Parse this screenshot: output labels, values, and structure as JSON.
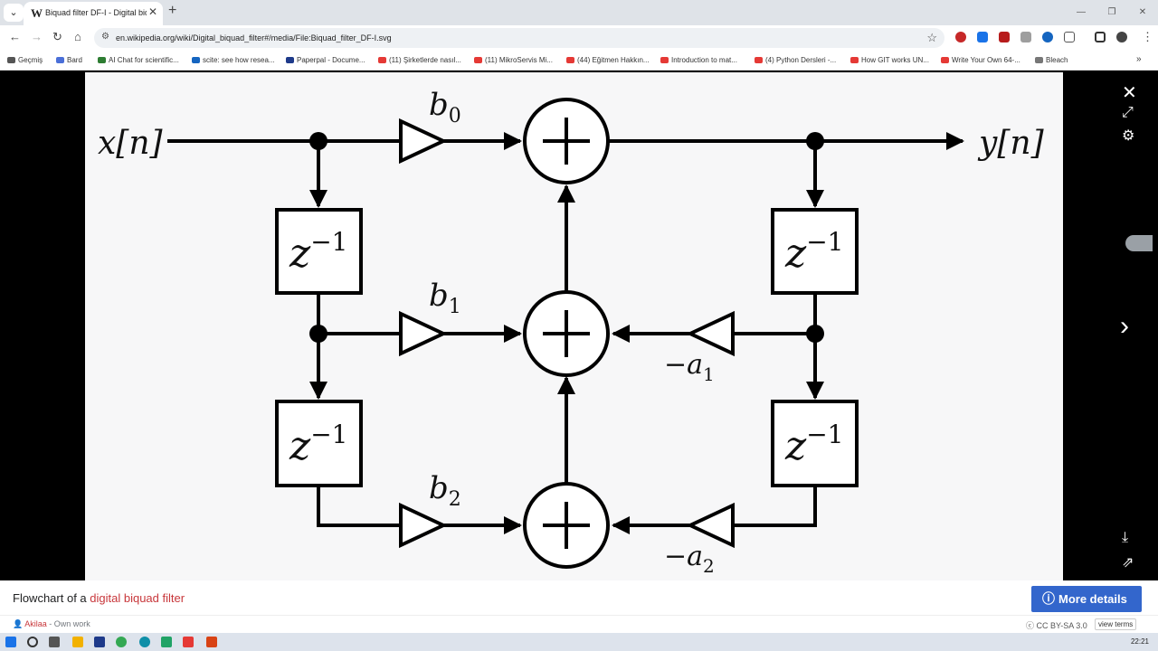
{
  "browser": {
    "tab_menu_icon": "chevron-down-icon",
    "tab_title": "Biquad filter DF-I - Digital biqu",
    "tab_favicon": "W",
    "url": "en.wikipedia.org/wiki/Digital_biquad_filter#/media/File:Biquad_filter_DF-I.svg",
    "bookmarks": [
      {
        "label": "Geçmiş",
        "color": "#555555"
      },
      {
        "label": "Bard",
        "color": "#4a6fd8"
      },
      {
        "label": "AI Chat for scientific...",
        "color": "#2e7d32"
      },
      {
        "label": "scite: see how resea...",
        "color": "#1565c0"
      },
      {
        "label": "Paperpal - Docume...",
        "color": "#1e3a8a"
      },
      {
        "label": "(11) Şirketlerde nasıl...",
        "color": "#e53935"
      },
      {
        "label": "(11) MikroServis Mi...",
        "color": "#e53935"
      },
      {
        "label": "(44) Eğitmen Hakkın...",
        "color": "#e53935"
      },
      {
        "label": "Introduction to mat...",
        "color": "#e53935"
      },
      {
        "label": "(4) Python Dersleri -...",
        "color": "#e53935"
      },
      {
        "label": "How GIT works UN...",
        "color": "#e53935"
      },
      {
        "label": "Write Your Own 64-...",
        "color": "#e53935"
      },
      {
        "label": "Bleach",
        "color": "#777777"
      }
    ]
  },
  "diagram": {
    "input": "x[n]",
    "output": "y[n]",
    "delay": "z",
    "delay_exp": "−1",
    "b0": "b",
    "b0_sub": "0",
    "b1": "b",
    "b1_sub": "1",
    "b2": "b",
    "b2_sub": "2",
    "a1": "−a",
    "a1_sub": "1",
    "a2": "−a",
    "a2_sub": "2"
  },
  "caption": {
    "prefix": "Flowchart of a ",
    "link": "digital biquad filter"
  },
  "more_details": "More details",
  "credit": {
    "author": "Akilaa",
    "suffix": " - Own work",
    "license": "CC BY-SA 3.0",
    "view_terms": "view terms"
  },
  "taskbar": {
    "clock": "22:21"
  }
}
